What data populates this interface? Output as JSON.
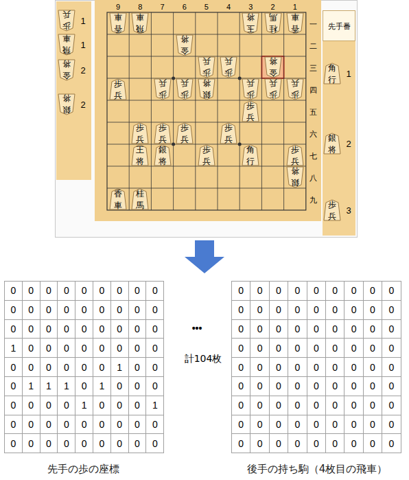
{
  "diagram": {
    "labels": [
      "9",
      "8",
      "7",
      "6",
      "5",
      "4",
      "3",
      "2",
      "1",
      "一",
      "二",
      "三",
      "四",
      "五",
      "六",
      "七",
      "八",
      "九",
      "香車",
      "飛車",
      "玉将",
      "桂馬",
      "香車",
      "金将",
      "歩兵",
      "歩兵",
      "金将",
      "歩兵",
      "歩兵",
      "歩兵",
      "銀将",
      "歩兵",
      "歩兵",
      "歩兵",
      "歩兵",
      "歩兵",
      "歩兵",
      "歩兵",
      "歩兵",
      "王将",
      "銀将",
      "歩兵",
      "角行",
      "歩兵",
      "銀将",
      "香車",
      "桂馬",
      "歩兵",
      "1",
      "飛車",
      "1",
      "金将",
      "2",
      "銀将",
      "2",
      "先手番",
      "角行",
      "1",
      "銀将",
      "2",
      "歩兵",
      "3",
      "0",
      "0",
      "0",
      "0",
      "0",
      "0",
      "0",
      "0",
      "0",
      "0",
      "0",
      "0",
      "0",
      "0",
      "0",
      "0",
      "0",
      "0",
      "0",
      "0",
      "0",
      "0",
      "0",
      "0",
      "0",
      "0",
      "0",
      "1",
      "0",
      "0",
      "0",
      "0",
      "0",
      "0",
      "0",
      "0",
      "0",
      "0",
      "0",
      "0",
      "0",
      "0",
      "1",
      "0",
      "0",
      "0",
      "1",
      "1",
      "1",
      "0",
      "1",
      "0",
      "0",
      "0",
      "0",
      "0",
      "0",
      "0",
      "1",
      "0",
      "0",
      "0",
      "1",
      "0",
      "0",
      "0",
      "0",
      "0",
      "0",
      "0",
      "0",
      "0",
      "0",
      "0",
      "0",
      "0",
      "0",
      "0",
      "0",
      "0",
      "0",
      "0",
      "0",
      "0",
      "0",
      "0",
      "0",
      "0",
      "0",
      "0",
      "0",
      "0",
      "0",
      "0",
      "0",
      "0",
      "0",
      "0",
      "0",
      "0",
      "0",
      "0",
      "0",
      "0",
      "0",
      "0",
      "0",
      "0",
      "0",
      "0",
      "0",
      "0",
      "0",
      "0",
      "0",
      "0",
      "0",
      "0",
      "0",
      "0",
      "0",
      "0",
      "0",
      "0",
      "0",
      "0",
      "0",
      "0",
      "0",
      "0",
      "0",
      "0",
      "0",
      "0",
      "0",
      "0",
      "0",
      "0",
      "0",
      "0",
      "0",
      "0",
      "0",
      "0",
      "0",
      "0",
      "0",
      "0",
      "0",
      "0",
      "0",
      "0",
      "0",
      "0",
      "0",
      "0",
      "0",
      "0",
      "0",
      "0",
      "0",
      "0",
      "•••",
      "計104枚",
      "先手の歩の座標",
      "後手の持ち駒（4枚目の飛車）"
    ]
  }
}
